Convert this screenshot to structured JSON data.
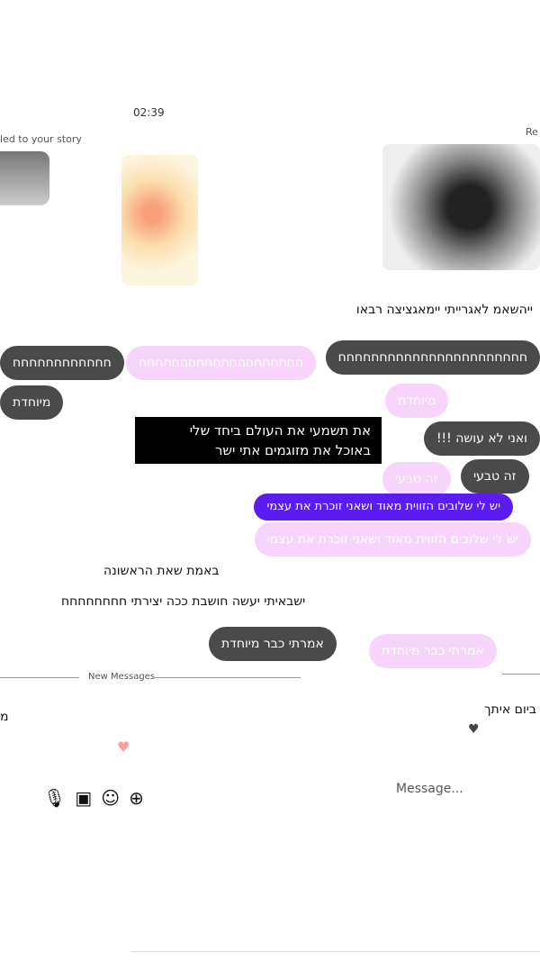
{
  "time": "02:39",
  "replied_left": "led to your story",
  "replied_right": "Re",
  "messages": {
    "m1": "ייהשאמ לאגרייתי יימאגציצה רבאו",
    "m2": "חחחחחחחחחחחחחחחחחחחחחחח",
    "m3": "חחחחחחחחחחחחחחחחחחחח",
    "m4": "חחחחחחחחחחחח",
    "m5": "מיוחדת",
    "m6": "מיוחדת",
    "m7": "את תשמעי את העולם ביחד שלי",
    "m8": "באוכל את מזוגמים אתי ישר",
    "m9": "ואני לא עושה !!!",
    "m10": "זה טבעי",
    "m11": "זה טבעי",
    "m12": "יש לי שלובים הזווית מאוד ושאני זוכרת את עצמי",
    "m13": "באמת שאת הראשונה",
    "m14": "ישבאיתי יעשה חושבת ככה יצירתי חחחחחחחח",
    "m15": "אמרתי כבר מיוחדת",
    "m16": "אמרתי כבר מיוחדת",
    "m17": "ביום איתך",
    "m18": "מ"
  },
  "new_messages": "New Messages",
  "composer": {
    "placeholder": "Message..."
  },
  "icons": [
    "mic-icon",
    "image-icon",
    "sticker-icon",
    "plus-icon",
    "heart-icon"
  ],
  "colors": {
    "pink": "#f7d4fb",
    "dark": "#4a4a4a",
    "purple": "#5a1cf0"
  }
}
